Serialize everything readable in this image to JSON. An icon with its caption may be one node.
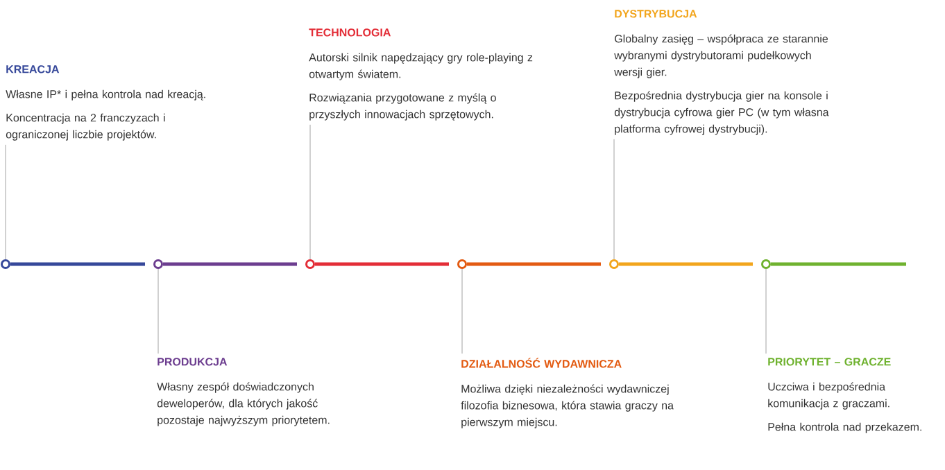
{
  "diagram": {
    "nodes": [
      {
        "text": [
          "KREACJA",
          "Własne IP* i pełna kontrola nad kreacją.",
          "Koncentracja na 2 franczyzach i ograniczonej liczbie projektów."
        ]
      },
      {
        "text": [
          "PRODUKCJA",
          "Własny zespół doświadczonych deweloperów, dla których jakość pozostaje najwyższym priorytetem."
        ]
      },
      {
        "text": [
          "TECHNOLOGIA",
          "Autorski silnik napędzający gry role-playing z otwartym światem.",
          "Rozwiązania przygotowane z myślą o przyszłych innowacjach sprzętowych."
        ]
      },
      {
        "text": [
          "DZIAŁALNOŚĆ WYDAWNICZA",
          "Możliwa dzięki niezależności wydawniczej filozofia biznesowa, która stawia graczy na pierwszym miejscu."
        ]
      },
      {
        "text": [
          "DYSTRYBUCJA",
          "Globalny zasięg – współpraca ze starannie wybranymi dystrybutorami pudełkowych wersji gier.",
          "Bezpośrednia dystrybucja gier na konsole i dystrybucja cyfrowa gier PC (w tym własna platforma cyfrowej dystrybucji)."
        ]
      },
      {
        "text": [
          "PRIORYTET – GRACZE",
          "Uczciwa i bezpośrednia komunikacja z graczami.",
          "Pełna kontrola nad przekazem."
        ]
      },
      {
        "text": [],
        "shape": "circle"
      },
      {
        "text": [],
        "shape": "circle"
      },
      {
        "text": [],
        "shape": "circle"
      },
      {
        "text": [],
        "shape": "circle"
      },
      {
        "text": [],
        "shape": "circle"
      },
      {
        "text": [],
        "shape": "circle"
      }
    ],
    "edges": [
      {
        "from": 0,
        "to": 6,
        "arrow": "none"
      },
      {
        "from": 1,
        "to": 7,
        "arrow": "none"
      },
      {
        "from": 2,
        "to": 8,
        "arrow": "none"
      },
      {
        "from": 3,
        "to": 9,
        "arrow": "none"
      },
      {
        "from": 4,
        "to": 10,
        "arrow": "none"
      },
      {
        "from": 5,
        "to": 11,
        "arrow": "none"
      },
      {
        "from": 6,
        "to": 7,
        "arrow": "none",
        "style": "thick",
        "color": "#36489a"
      },
      {
        "from": 7,
        "to": 8,
        "arrow": "none",
        "style": "thick",
        "color": "#6c3d8f"
      },
      {
        "from": 8,
        "to": 9,
        "arrow": "none",
        "style": "thick",
        "color": "#e32d37"
      },
      {
        "from": 9,
        "to": 10,
        "arrow": "none",
        "style": "thick",
        "color": "#e35b12"
      },
      {
        "from": 10,
        "to": 11,
        "arrow": "none",
        "style": "thick",
        "color": "#f2a51c"
      },
      {
        "from": 11,
        "to": null,
        "arrow": "none",
        "style": "thick",
        "color": "#6fb22f"
      }
    ]
  }
}
